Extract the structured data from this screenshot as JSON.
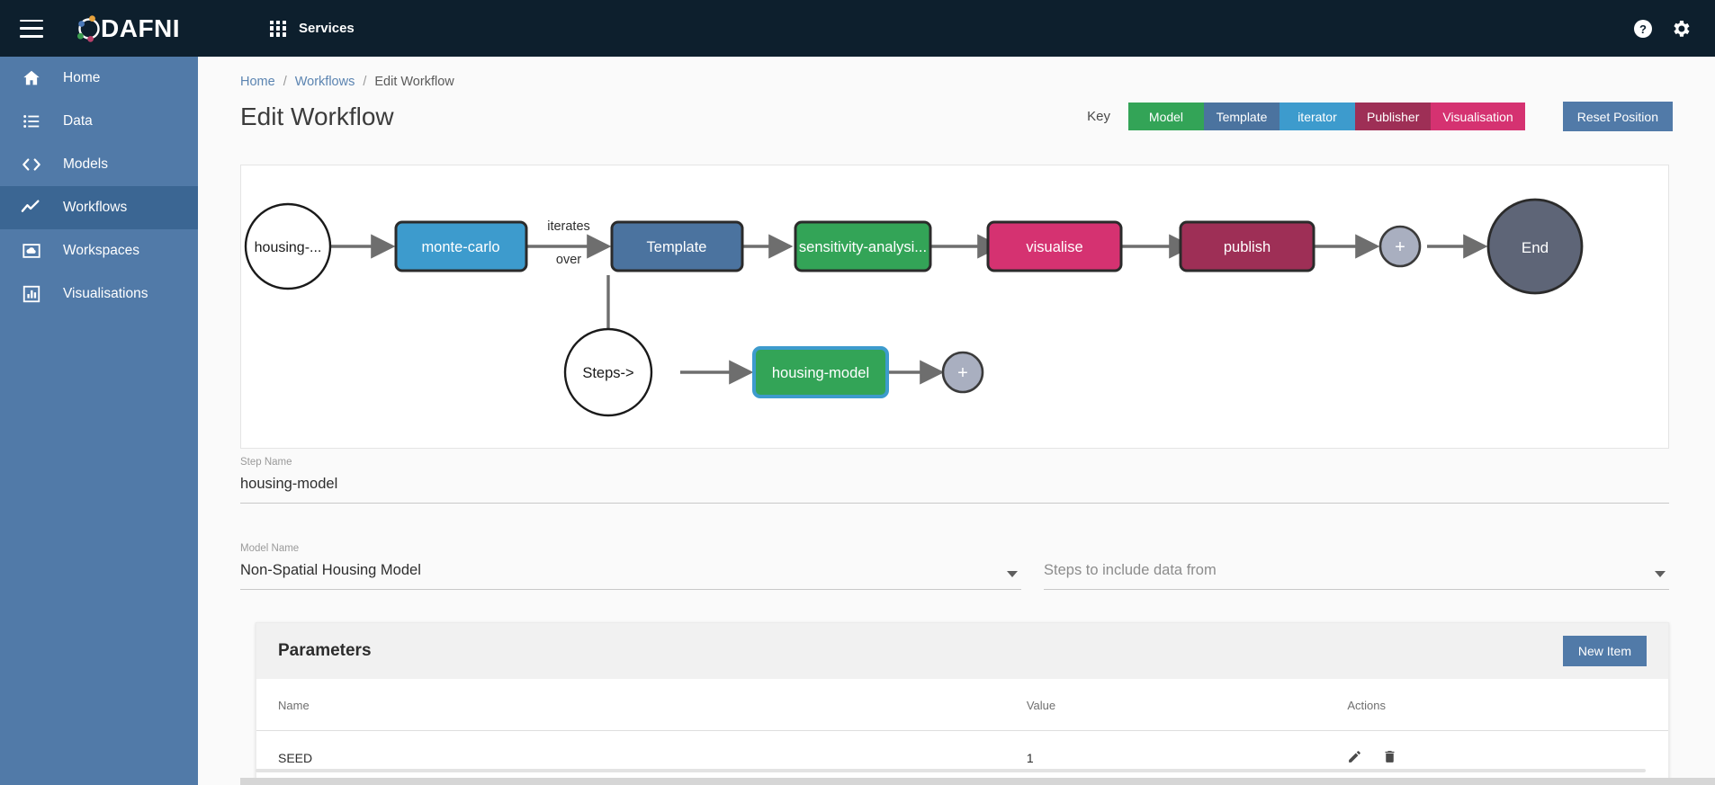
{
  "topbar": {
    "menu_icon": "hamburger-icon",
    "brand": "DAFNI",
    "services_label": "Services",
    "grid_icon": "apps-grid-icon",
    "help_icon": "help-circle-icon",
    "settings_icon": "gear-icon",
    "bg_color": "#0d1f2d"
  },
  "sidebar": {
    "bg_color": "#517aa8",
    "active_color": "#3b6693",
    "items": [
      {
        "label": "Home",
        "icon": "home-icon",
        "active": false
      },
      {
        "label": "Data",
        "icon": "list-icon",
        "active": false
      },
      {
        "label": "Models",
        "icon": "code-brackets-icon",
        "active": false
      },
      {
        "label": "Workflows",
        "icon": "trend-line-icon",
        "active": true
      },
      {
        "label": "Workspaces",
        "icon": "cloud-box-icon",
        "active": false
      },
      {
        "label": "Visualisations",
        "icon": "bar-chart-box-icon",
        "active": false
      }
    ]
  },
  "breadcrumb": {
    "home": "Home",
    "workflows": "Workflows",
    "current": "Edit Workflow",
    "separator": "/"
  },
  "page": {
    "title": "Edit Workflow"
  },
  "key": {
    "label": "Key",
    "chips": [
      {
        "label": "Model",
        "color": "#33a457"
      },
      {
        "label": "Template",
        "color": "#4b739f"
      },
      {
        "label": "iterator",
        "color": "#3d9bcd"
      },
      {
        "label": "Publisher",
        "color": "#9e2f56"
      },
      {
        "label": "Visualisation",
        "color": "#d53271"
      }
    ],
    "reset_button": "Reset Position"
  },
  "diagram": {
    "nodes": [
      {
        "id": "start",
        "label": "housing-...",
        "shape": "circle",
        "fill": "#ffffff",
        "stroke": "#1a1a1a",
        "text_color": "#1a1a1a"
      },
      {
        "id": "monte-carlo",
        "label": "monte-carlo",
        "shape": "rect",
        "fill": "#3d9bcd",
        "stroke": "#2b2b2b",
        "text_color": "#ffffff"
      },
      {
        "id": "template",
        "label": "Template",
        "shape": "rect",
        "fill": "#4b739f",
        "stroke": "#2b2b2b",
        "text_color": "#ffffff"
      },
      {
        "id": "sensitivity",
        "label": "sensitivity-analysi...",
        "shape": "rect",
        "fill": "#33a457",
        "stroke": "#2b2b2b",
        "text_color": "#ffffff"
      },
      {
        "id": "visualise",
        "label": "visualise",
        "shape": "rect",
        "fill": "#d53271",
        "stroke": "#2b2b2b",
        "text_color": "#ffffff"
      },
      {
        "id": "publish",
        "label": "publish",
        "shape": "rect",
        "fill": "#9e2f56",
        "stroke": "#2b2b2b",
        "text_color": "#ffffff"
      },
      {
        "id": "add-main",
        "label": "+",
        "shape": "small-circle",
        "fill": "#a9afc0",
        "stroke": "#3b3b3b",
        "text_color": "#ffffff"
      },
      {
        "id": "end",
        "label": "End",
        "shape": "big-circle",
        "fill": "#5e6577",
        "stroke": "#2b2b2b",
        "text_color": "#ffffff"
      },
      {
        "id": "steps",
        "label": "Steps->",
        "shape": "circle",
        "fill": "#ffffff",
        "stroke": "#1a1a1a",
        "text_color": "#1a1a1a"
      },
      {
        "id": "housing-model",
        "label": "housing-model",
        "shape": "rect",
        "fill": "#33a457",
        "stroke": "#3d9bcd",
        "text_color": "#ffffff",
        "selected": true
      },
      {
        "id": "add-sub",
        "label": "+",
        "shape": "small-circle",
        "fill": "#a9afc0",
        "stroke": "#3b3b3b",
        "text_color": "#ffffff"
      }
    ],
    "edge_labels": {
      "iterates": "iterates",
      "over": "over"
    },
    "edge_color": "#6e6e6e"
  },
  "form": {
    "step_name": {
      "label": "Step Name",
      "value": "housing-model"
    },
    "model_name": {
      "label": "Model Name",
      "value": "Non-Spatial Housing Model"
    },
    "steps_include": {
      "label": "",
      "placeholder": "Steps to include data from",
      "value": ""
    }
  },
  "parameters": {
    "title": "Parameters",
    "new_item_button": "New Item",
    "columns": [
      "Name",
      "Value",
      "Actions"
    ],
    "rows": [
      {
        "name": "SEED",
        "value": "1",
        "edit_icon": "pencil-icon",
        "delete_icon": "trash-icon"
      }
    ]
  }
}
